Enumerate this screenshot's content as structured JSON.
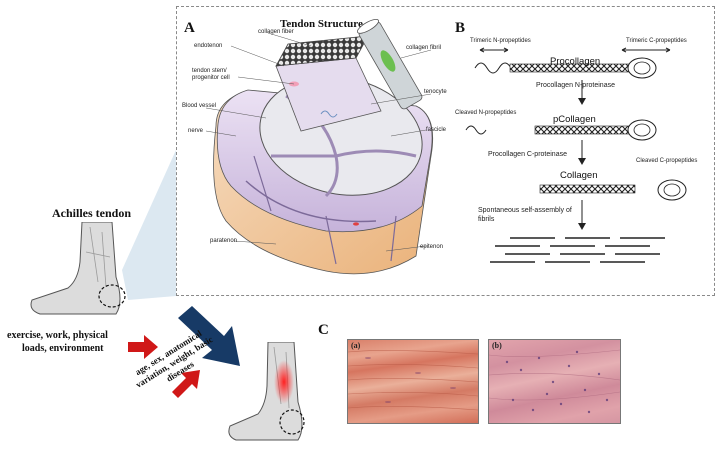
{
  "panel_a": {
    "letter": "A",
    "title": "Tendon Structure",
    "labels": {
      "collagen_fiber": "collagen fiber",
      "collagen_fibril": "collagen fibril",
      "endotenon": "endotenon",
      "tendon_stem_1": "tendon stem/",
      "tendon_stem_2": "progenitor cell",
      "blood_vessel": "Blood vessel",
      "tenocyte": "tenocyte",
      "nerve": "nerve",
      "fascicle": "fascicle",
      "paratenon": "paratenon",
      "epitenon": "epitenon"
    }
  },
  "panel_b": {
    "letter": "B",
    "trimeric_n": "Trimeric N-propeptides",
    "trimeric_c": "Trimeric C-propeptides",
    "procollagen": "Procollagen",
    "n_proteinase": "Procollagen N-proteinase",
    "cleaved_n": "Cleaved N-propeptides",
    "pcollagen": "pCollagen",
    "c_proteinase": "Procollagen C-proteinase",
    "cleaved_c": "Cleaved C-propeptides",
    "collagen": "Collagen",
    "assembly_1": "Spontaneous self-assembly of",
    "assembly_2": "fibrils"
  },
  "panel_c": {
    "letter": "C",
    "image_a_tag": "(a)",
    "image_b_tag": "(b)"
  },
  "left": {
    "achilles": "Achilles tendon",
    "factors_1": "exercise, work, physical",
    "factors_2": "loads, environment",
    "intrinsic_1": "age, sex, anatomical",
    "intrinsic_2": "variation, weight, basic",
    "intrinsic_3": "diseases"
  },
  "colors": {
    "red_arrow": "#d01818",
    "navy_arrow": "#173a66",
    "tendon_purple": "#d9cbe6",
    "paratenon_orange": "#f1c79a",
    "stain_pink": "#d9806a"
  }
}
